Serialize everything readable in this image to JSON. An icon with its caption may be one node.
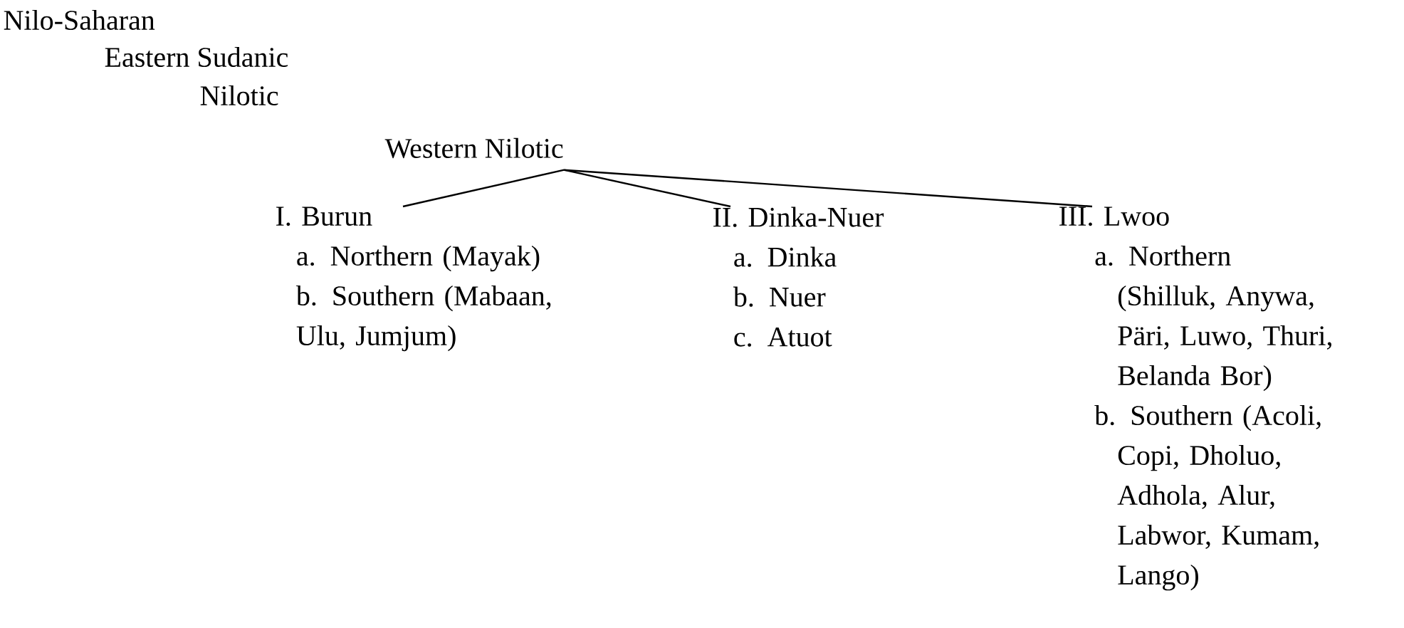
{
  "diagram": {
    "nodes": [
      {
        "text": [
          "Nilo-Saharan"
        ]
      },
      {
        "text": [
          "Eastern Sudanic"
        ]
      },
      {
        "text": [
          "Nilotic"
        ]
      },
      {
        "text": [
          "Western Nilotic"
        ]
      },
      {
        "text": [
          "I. Burun",
          "a. Northern (Mayak)",
          "b. Southern (Mabaan, Ulu, Jumjum)"
        ]
      },
      {
        "text": [
          "II. Dinka-Nuer",
          "a. Dinka",
          "b. Nuer",
          "c. Atuot"
        ]
      },
      {
        "text": [
          "III. Lwoo",
          "a. Northern (Shilluk, Anywa, Päri, Luwo, Thuri, Belanda Bor)",
          "b. Southern (Acoli, Copi, Dholuo, Adhola, Alur, Labwor, Kumam, Lango)"
        ]
      }
    ],
    "edges": [
      {
        "from": 3,
        "to": 4,
        "arrow": "none"
      },
      {
        "from": 3,
        "to": 5,
        "arrow": "none"
      },
      {
        "from": 3,
        "to": 6,
        "arrow": "none"
      }
    ]
  }
}
